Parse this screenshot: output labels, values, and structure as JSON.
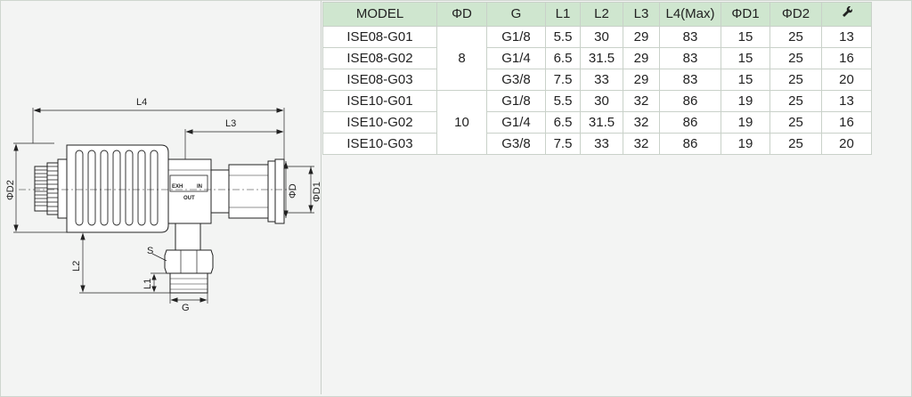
{
  "table": {
    "headers": [
      "MODEL",
      "ΦD",
      "G",
      "L1",
      "L2",
      "L3",
      "L4(Max)",
      "ΦD1",
      "ΦD2",
      "wrench-icon"
    ],
    "groups": [
      {
        "phiD": "8"
      },
      {
        "phiD": "10"
      }
    ],
    "rows": [
      {
        "model": "ISE08-G01",
        "g": "G1/8",
        "l1": "5.5",
        "l2": "30",
        "l3": "29",
        "l4": "83",
        "d1": "15",
        "d2": "25",
        "s": "13"
      },
      {
        "model": "ISE08-G02",
        "g": "G1/4",
        "l1": "6.5",
        "l2": "31.5",
        "l3": "29",
        "l4": "83",
        "d1": "15",
        "d2": "25",
        "s": "16"
      },
      {
        "model": "ISE08-G03",
        "g": "G3/8",
        "l1": "7.5",
        "l2": "33",
        "l3": "29",
        "l4": "83",
        "d1": "15",
        "d2": "25",
        "s": "20"
      },
      {
        "model": "ISE10-G01",
        "g": "G1/8",
        "l1": "5.5",
        "l2": "30",
        "l3": "32",
        "l4": "86",
        "d1": "19",
        "d2": "25",
        "s": "13"
      },
      {
        "model": "ISE10-G02",
        "g": "G1/4",
        "l1": "6.5",
        "l2": "31.5",
        "l3": "32",
        "l4": "86",
        "d1": "19",
        "d2": "25",
        "s": "16"
      },
      {
        "model": "ISE10-G03",
        "g": "G3/8",
        "l1": "7.5",
        "l2": "33",
        "l3": "32",
        "l4": "86",
        "d1": "19",
        "d2": "25",
        "s": "20"
      }
    ]
  },
  "drawing": {
    "labels": {
      "l4": "L4",
      "l3": "L3",
      "l2": "L2",
      "l1": "L1",
      "d": "ΦD",
      "d1": "ΦD1",
      "d2": "ΦD2",
      "g": "G",
      "s": "S",
      "exh": "EXH",
      "in": "IN",
      "out": "OUT"
    }
  },
  "colors": {
    "header_bg": "#cfe6cf",
    "panel_bg": "#f3f4f3",
    "grid": "#c9d1c9"
  }
}
